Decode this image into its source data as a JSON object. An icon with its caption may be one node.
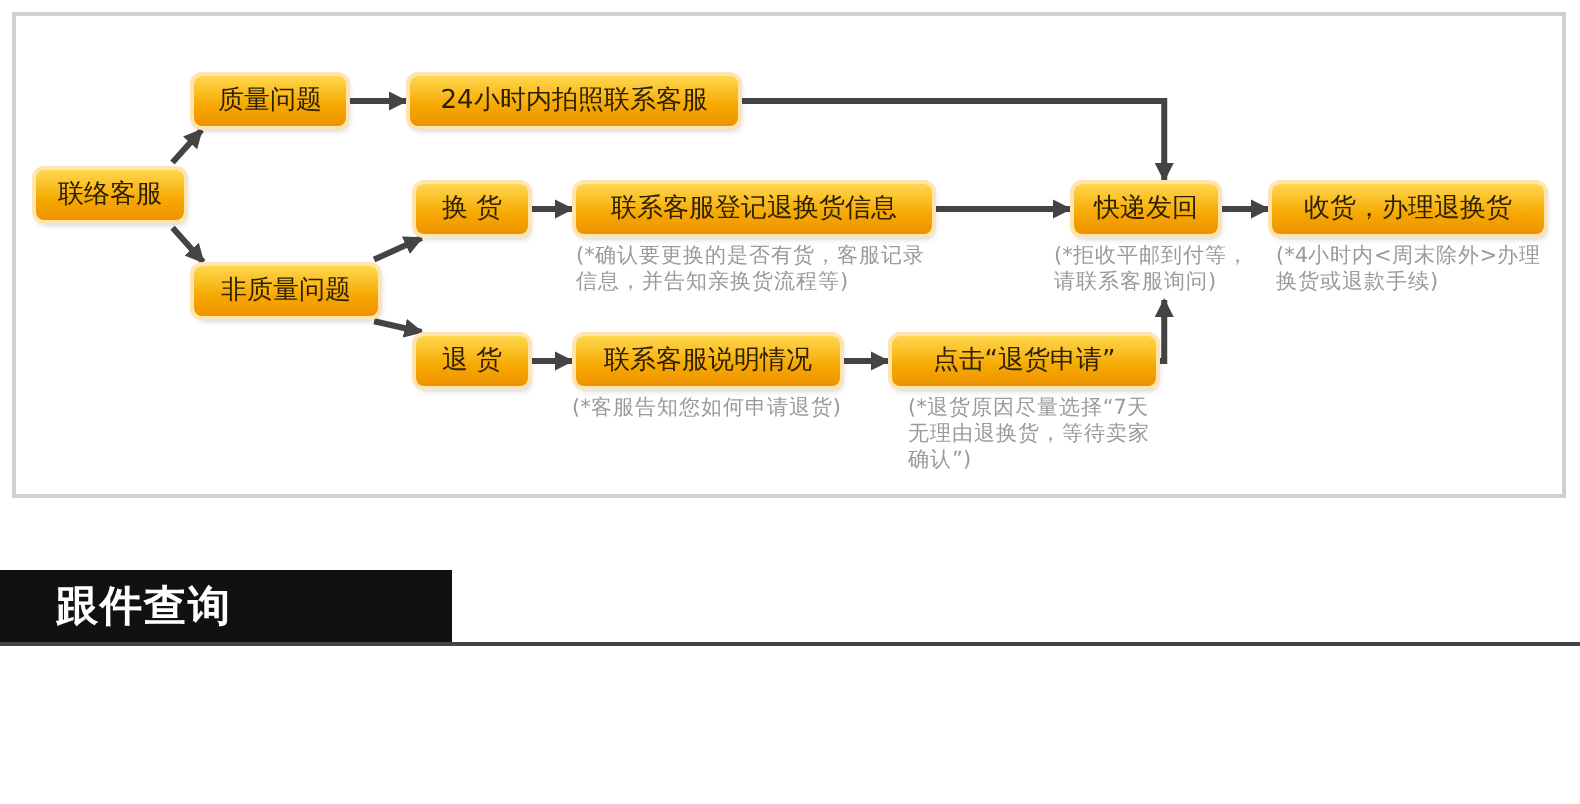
{
  "diagram": {
    "title": "跟件查询",
    "nodes": [
      {
        "text": [
          "联络客服"
        ]
      },
      {
        "text": [
          "质量问题"
        ]
      },
      {
        "text": [
          "24小时内拍照联系客服"
        ]
      },
      {
        "text": [
          "非质量问题"
        ]
      },
      {
        "text": [
          "换 货"
        ]
      },
      {
        "text": [
          "联系客服登记退换货信息"
        ],
        "beside": [
          "(*确认要更换的是否有货，客服记录信息，并告知亲换货流程等)"
        ]
      },
      {
        "text": [
          "快递发回"
        ],
        "beside": [
          "(*拒收平邮到付等，请联系客服询问)"
        ]
      },
      {
        "text": [
          "收货，办理退换货"
        ],
        "beside": [
          "(*4小时内<周末除外>办理换货或退款手续)"
        ]
      },
      {
        "text": [
          "退 货"
        ]
      },
      {
        "text": [
          "联系客服说明情况"
        ],
        "beside": [
          "(*客服告知您如何申请退货)"
        ]
      },
      {
        "text": [
          "点击“退货申请”"
        ],
        "beside": [
          "(*退货原因尽量选择“7天无理由退换货，等待卖家确认”)"
        ]
      }
    ],
    "edges": [
      {
        "from": 0,
        "to": 1,
        "arrow": "to"
      },
      {
        "from": 0,
        "to": 3,
        "arrow": "to"
      },
      {
        "from": 1,
        "to": 2,
        "arrow": "to"
      },
      {
        "from": 2,
        "to": 6,
        "arrow": "to"
      },
      {
        "from": 3,
        "to": 4,
        "arrow": "to"
      },
      {
        "from": 3,
        "to": 8,
        "arrow": "to"
      },
      {
        "from": 4,
        "to": 5,
        "arrow": "to"
      },
      {
        "from": 5,
        "to": 6,
        "arrow": "to"
      },
      {
        "from": 6,
        "to": 7,
        "arrow": "to"
      },
      {
        "from": 8,
        "to": 9,
        "arrow": "to"
      },
      {
        "from": 9,
        "to": 10,
        "arrow": "to"
      },
      {
        "from": 10,
        "to": 6,
        "arrow": "to"
      }
    ]
  }
}
